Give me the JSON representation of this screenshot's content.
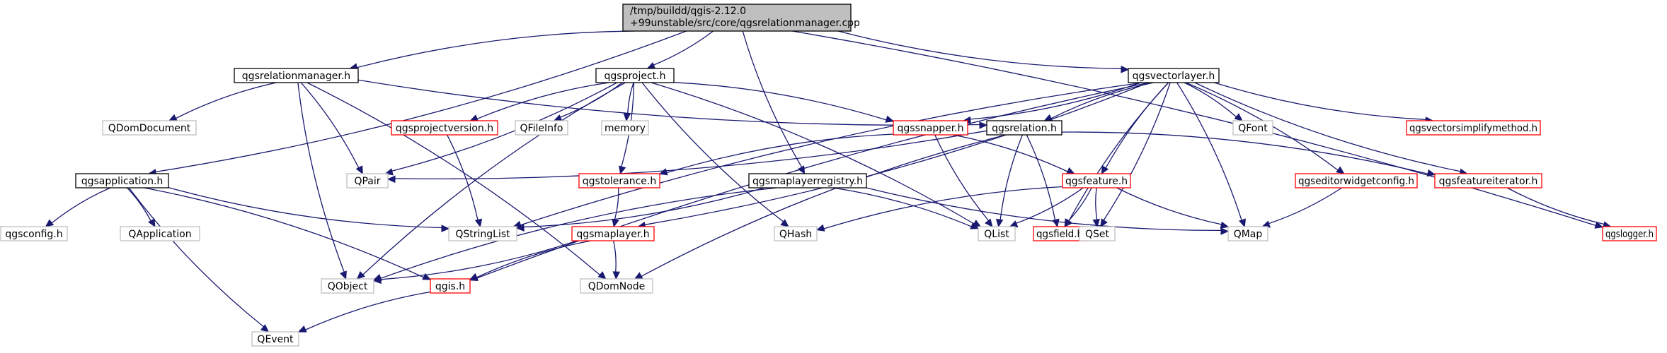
{
  "diagram": {
    "root": {
      "line1": "/tmp/buildd/qgis-2.12.0",
      "line2": "+99unstable/src/core/qgsrelationmanager.cpp"
    },
    "nodes": [
      {
        "id": "qgsrelationmanager",
        "label": "qgsrelationmanager.h",
        "style": "black"
      },
      {
        "id": "qgsproject",
        "label": "qgsproject.h",
        "style": "black"
      },
      {
        "id": "qgsvectorlayer",
        "label": "qgsvectorlayer.h",
        "style": "black"
      },
      {
        "id": "qgsapplication",
        "label": "qgsapplication.h",
        "style": "black"
      },
      {
        "id": "qgsrelation",
        "label": "qgsrelation.h",
        "style": "black"
      },
      {
        "id": "qgsmaplayerregistry",
        "label": "qgsmaplayerregistry.h",
        "style": "black"
      },
      {
        "id": "qgsprojectversion",
        "label": "qgsprojectversion.h",
        "style": "red"
      },
      {
        "id": "qgssnapper",
        "label": "qgssnapper.h",
        "style": "red"
      },
      {
        "id": "qgsvectorsimplifymethod",
        "label": "qgsvectorsimplifymethod.h",
        "style": "red"
      },
      {
        "id": "qgstolerance",
        "label": "qgstolerance.h",
        "style": "red"
      },
      {
        "id": "qgsfeature",
        "label": "qgsfeature.h",
        "style": "red"
      },
      {
        "id": "qgseditorwidgetconfig",
        "label": "qgseditorwidgetconfig.h",
        "style": "red"
      },
      {
        "id": "qgsfeatureiterator",
        "label": "qgsfeatureiterator.h",
        "style": "red"
      },
      {
        "id": "qgsmaplayer",
        "label": "qgsmaplayer.h",
        "style": "red"
      },
      {
        "id": "qgsfield",
        "label": "qgsfield.h",
        "style": "red"
      },
      {
        "id": "qgis",
        "label": "qgis.h",
        "style": "red"
      },
      {
        "id": "qgslogger",
        "label": "qgslogger.h",
        "style": "red"
      },
      {
        "id": "QDomDocument",
        "label": "QDomDocument",
        "style": "grey"
      },
      {
        "id": "QFileInfo",
        "label": "QFileInfo",
        "style": "grey"
      },
      {
        "id": "memory",
        "label": "memory",
        "style": "grey"
      },
      {
        "id": "QFont",
        "label": "QFont",
        "style": "grey"
      },
      {
        "id": "QPair",
        "label": "QPair",
        "style": "grey"
      },
      {
        "id": "qgsconfig",
        "label": "qgsconfig.h",
        "style": "grey"
      },
      {
        "id": "QApplication",
        "label": "QApplication",
        "style": "grey"
      },
      {
        "id": "QStringList",
        "label": "QStringList",
        "style": "grey"
      },
      {
        "id": "QHash",
        "label": "QHash",
        "style": "grey"
      },
      {
        "id": "QList",
        "label": "QList",
        "style": "grey"
      },
      {
        "id": "QSet",
        "label": "QSet",
        "style": "grey"
      },
      {
        "id": "QMap",
        "label": "QMap",
        "style": "grey"
      },
      {
        "id": "QObject",
        "label": "QObject",
        "style": "grey"
      },
      {
        "id": "QDomNode",
        "label": "QDomNode",
        "style": "grey"
      },
      {
        "id": "QEvent",
        "label": "QEvent",
        "style": "grey"
      }
    ],
    "edges": [
      [
        "root",
        "qgsrelationmanager"
      ],
      [
        "root",
        "qgsproject"
      ],
      [
        "root",
        "qgsvectorlayer"
      ],
      [
        "root",
        "qgsapplication"
      ],
      [
        "root",
        "qgsmaplayerregistry"
      ],
      [
        "root",
        "qgslogger"
      ],
      [
        "qgsrelationmanager",
        "QDomDocument"
      ],
      [
        "qgsrelationmanager",
        "QPair"
      ],
      [
        "qgsrelationmanager",
        "QObject"
      ],
      [
        "qgsrelationmanager",
        "QDomNode"
      ],
      [
        "qgsrelationmanager",
        "qgsrelation"
      ],
      [
        "qgsproject",
        "QPair"
      ],
      [
        "qgsproject",
        "qgsprojectversion"
      ],
      [
        "qgsproject",
        "QFileInfo"
      ],
      [
        "qgsproject",
        "memory"
      ],
      [
        "qgsproject",
        "qgstolerance"
      ],
      [
        "qgsproject",
        "QHash"
      ],
      [
        "qgsproject",
        "QList"
      ],
      [
        "qgsproject",
        "QObject"
      ],
      [
        "qgsproject",
        "qgssnapper"
      ],
      [
        "qgsvectorlayer",
        "QStringList"
      ],
      [
        "qgsvectorlayer",
        "qgssnapper"
      ],
      [
        "qgsvectorlayer",
        "qgsrelation"
      ],
      [
        "qgsvectorlayer",
        "QFont"
      ],
      [
        "qgsvectorlayer",
        "qgsvectorsimplifymethod"
      ],
      [
        "qgsvectorlayer",
        "qgsmaplayer"
      ],
      [
        "qgsvectorlayer",
        "qgsfeature"
      ],
      [
        "qgsvectorlayer",
        "qgseditorwidgetconfig"
      ],
      [
        "qgsvectorlayer",
        "qgsfeatureiterator"
      ],
      [
        "qgsvectorlayer",
        "QSet"
      ],
      [
        "qgsvectorlayer",
        "qgsfield"
      ],
      [
        "qgsvectorlayer",
        "QMap"
      ],
      [
        "qgsvectorlayer",
        "qgis"
      ],
      [
        "qgsprojectversion",
        "QStringList"
      ],
      [
        "qgssnapper",
        "qgstolerance"
      ],
      [
        "qgssnapper",
        "qgsfeature"
      ],
      [
        "qgssnapper",
        "QList"
      ],
      [
        "qgsrelation",
        "QPair"
      ],
      [
        "qgsrelation",
        "QList"
      ],
      [
        "qgsrelation",
        "qgsfield"
      ],
      [
        "qgsrelation",
        "QDomNode"
      ],
      [
        "qgsrelation",
        "qgsfeatureiterator"
      ],
      [
        "qgsapplication",
        "qgsconfig"
      ],
      [
        "qgsapplication",
        "QApplication"
      ],
      [
        "qgsapplication",
        "QStringList"
      ],
      [
        "qgsapplication",
        "qgis"
      ],
      [
        "qgsapplication",
        "QEvent"
      ],
      [
        "qgsmaplayerregistry",
        "QStringList"
      ],
      [
        "qgsmaplayerregistry",
        "QObject"
      ],
      [
        "qgsmaplayerregistry",
        "QList"
      ],
      [
        "qgsmaplayerregistry",
        "QMap"
      ],
      [
        "qgstolerance",
        "qgsmaplayer"
      ],
      [
        "qgsfeature",
        "QHash"
      ],
      [
        "qgsfeature",
        "QList"
      ],
      [
        "qgsfeature",
        "QSet"
      ],
      [
        "qgsfeature",
        "qgsfield"
      ],
      [
        "qgsfeature",
        "QMap"
      ],
      [
        "qgseditorwidgetconfig",
        "QMap"
      ],
      [
        "qgsfeatureiterator",
        "qgslogger"
      ],
      [
        "qgsmaplayer",
        "QObject"
      ],
      [
        "qgsmaplayer",
        "qgis"
      ],
      [
        "qgsmaplayer",
        "QDomNode"
      ],
      [
        "qgis",
        "QEvent"
      ]
    ]
  }
}
